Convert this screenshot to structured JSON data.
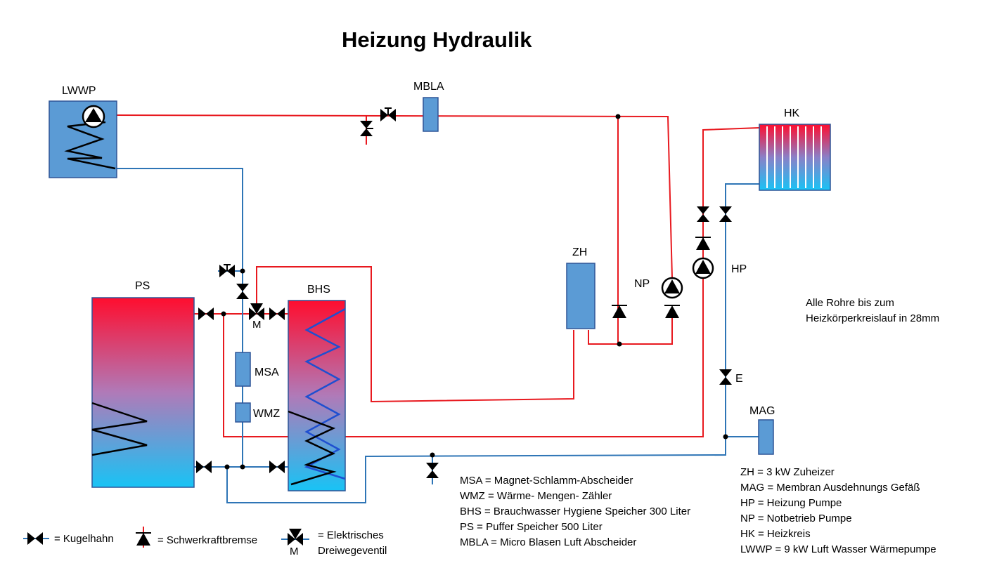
{
  "title": "Heizung Hydraulik",
  "components": {
    "lwwp": "LWWP",
    "mbla": "MBLA",
    "hk": "HK",
    "zh": "ZH",
    "np": "NP",
    "hp": "HP",
    "ps": "PS",
    "bhs": "BHS",
    "msa": "MSA",
    "wmz": "WMZ",
    "mag": "MAG",
    "e": "E",
    "m": "M"
  },
  "note": {
    "line1": "Alle Rohre bis zum",
    "line2": "Heizkörperkreislauf  in 28mm"
  },
  "legend_symbols": {
    "kugelhahn": "= Kugelhahn",
    "schwerkraftbremse": "= Schwerkraftbremse",
    "dreiwege_line1": "= Elektrisches",
    "dreiwege_line2": "Dreiwegeventil",
    "dreiwege_m": "M"
  },
  "abbreviations_left": [
    "MSA = Magnet-Schlamm-Abscheider",
    "WMZ = Wärme- Mengen- Zähler",
    "BHS = Brauchwasser Hygiene Speicher 300 Liter",
    "PS = Puffer Speicher 500 Liter",
    "MBLA = Micro Blasen Luft Abscheider"
  ],
  "abbreviations_right": [
    "ZH = 3 kW Zuheizer",
    "MAG = Membran Ausdehnungs  Gefäß",
    "HP =  Heizung Pumpe",
    "NP = Notbetrieb Pumpe",
    "HK = Heizkreis",
    "LWWP = 9 kW Luft Wasser Wärmepumpe"
  ],
  "colors": {
    "supply": "#e8191f",
    "return": "#2e75b6",
    "component": "#5b9bd5"
  }
}
